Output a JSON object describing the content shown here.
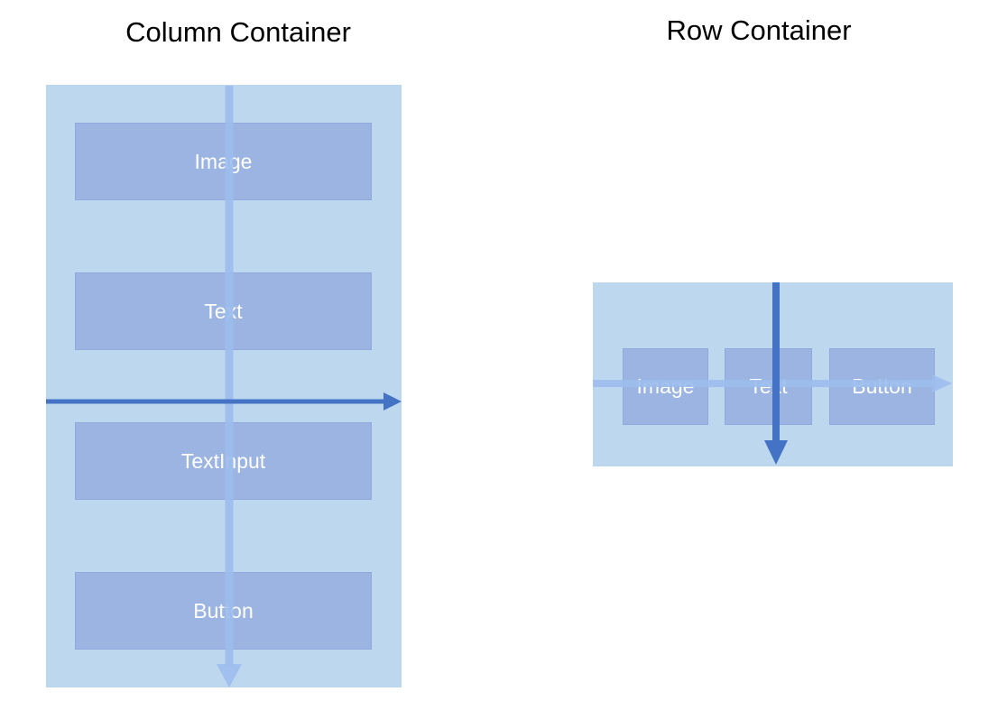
{
  "column_diagram": {
    "title": "Column Container",
    "children": [
      "Image",
      "Text",
      "TextInput",
      "Button"
    ]
  },
  "row_diagram": {
    "title": "Row Container",
    "children": [
      "Image",
      "Text",
      "Button"
    ]
  },
  "colors": {
    "container_fill": "#bdd7ee",
    "child_fill": "#9cb4e1",
    "main_axis_arrow": "#9dbdee",
    "cross_axis_arrow": "#4472c4",
    "child_text": "#ffffff"
  }
}
